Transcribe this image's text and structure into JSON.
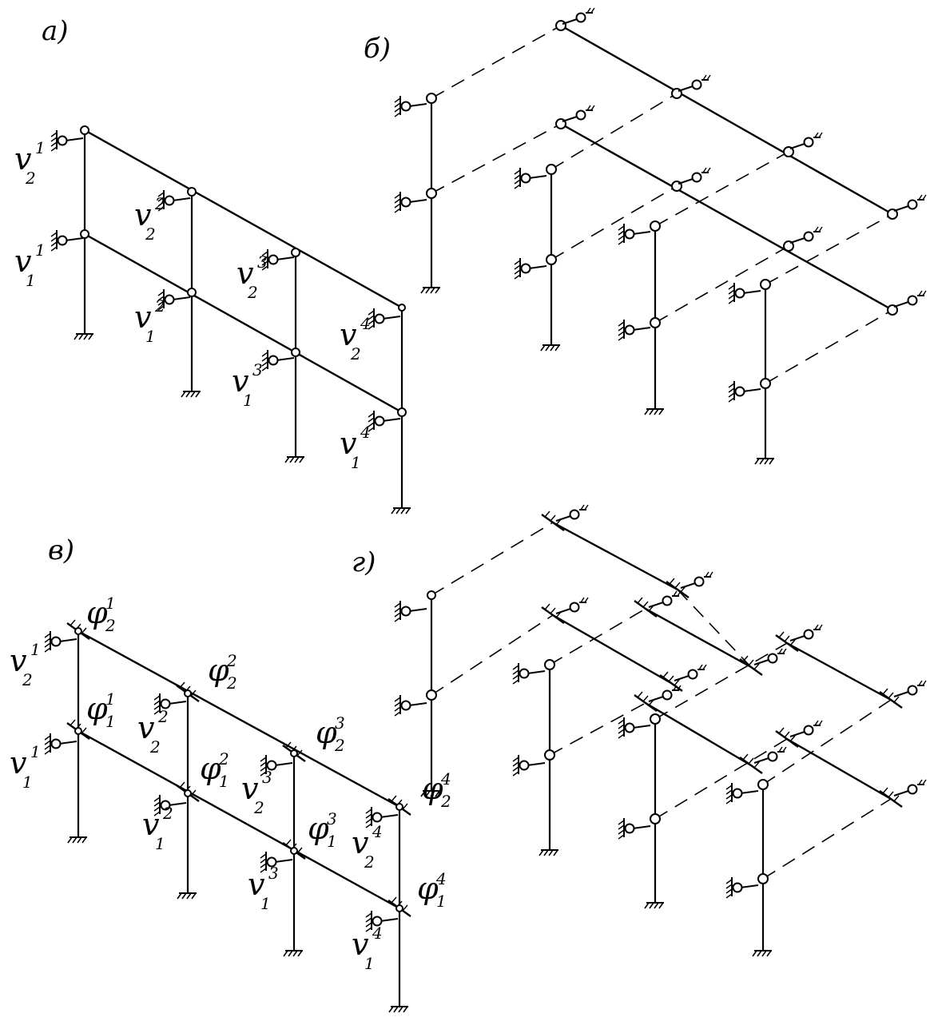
{
  "panels": [
    {
      "id": "a",
      "label": "a)"
    },
    {
      "id": "b",
      "label": "б)"
    },
    {
      "id": "c",
      "label": "в)"
    },
    {
      "id": "d",
      "label": "г)"
    }
  ],
  "labels_a": [
    {
      "sym": "v",
      "sup": "1",
      "sub": "2"
    },
    {
      "sym": "v",
      "sup": "1",
      "sub": "1"
    },
    {
      "sym": "v",
      "sup": "2",
      "sub": "2"
    },
    {
      "sym": "v",
      "sup": "2",
      "sub": "1"
    },
    {
      "sym": "v",
      "sup": "3",
      "sub": "2"
    },
    {
      "sym": "v",
      "sup": "3",
      "sub": "1"
    },
    {
      "sym": "v",
      "sup": "4",
      "sub": "2"
    },
    {
      "sym": "v",
      "sup": "4",
      "sub": "1"
    }
  ],
  "labels_c": [
    {
      "sym": "φ",
      "sup": "1",
      "sub": "2"
    },
    {
      "sym": "v",
      "sup": "1",
      "sub": "2"
    },
    {
      "sym": "φ",
      "sup": "1",
      "sub": "1"
    },
    {
      "sym": "v",
      "sup": "1",
      "sub": "1"
    },
    {
      "sym": "φ",
      "sup": "2",
      "sub": "2"
    },
    {
      "sym": "v",
      "sup": "2",
      "sub": "2"
    },
    {
      "sym": "φ",
      "sup": "2",
      "sub": "1"
    },
    {
      "sym": "v",
      "sup": "2",
      "sub": "1"
    },
    {
      "sym": "φ",
      "sup": "3",
      "sub": "2"
    },
    {
      "sym": "v",
      "sup": "3",
      "sub": "2"
    },
    {
      "sym": "φ",
      "sup": "3",
      "sub": "1"
    },
    {
      "sym": "v",
      "sup": "3",
      "sub": "1"
    },
    {
      "sym": "φ",
      "sup": "4",
      "sub": "2"
    },
    {
      "sym": "v",
      "sup": "4",
      "sub": "2"
    },
    {
      "sym": "φ",
      "sup": "4",
      "sub": "1"
    },
    {
      "sym": "v",
      "sup": "4",
      "sub": "1"
    }
  ]
}
